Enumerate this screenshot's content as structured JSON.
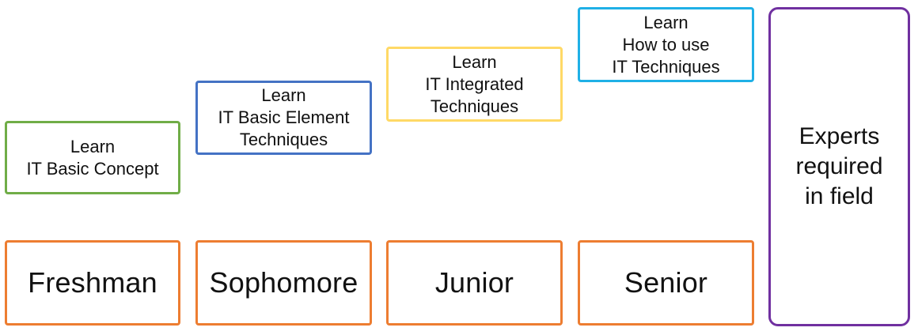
{
  "colors": {
    "learn_freshman": "#70AD47",
    "learn_sophomore": "#4472C4",
    "learn_junior": "#FFD966",
    "learn_senior": "#1FB0E6",
    "year_border": "#ED7D31",
    "expert_border": "#7030A0"
  },
  "learning": [
    {
      "lines": [
        "Learn",
        "IT Basic Concept"
      ]
    },
    {
      "lines": [
        "Learn",
        "IT Basic Element",
        "Techniques"
      ]
    },
    {
      "lines": [
        "Learn",
        "IT Integrated",
        "Techniques"
      ]
    },
    {
      "lines": [
        "Learn",
        "How to use",
        "IT Techniques"
      ]
    }
  ],
  "years": [
    {
      "label": "Freshman"
    },
    {
      "label": "Sophomore"
    },
    {
      "label": "Junior"
    },
    {
      "label": "Senior"
    }
  ],
  "expert": {
    "lines": [
      "Experts",
      "required",
      "in field"
    ]
  }
}
